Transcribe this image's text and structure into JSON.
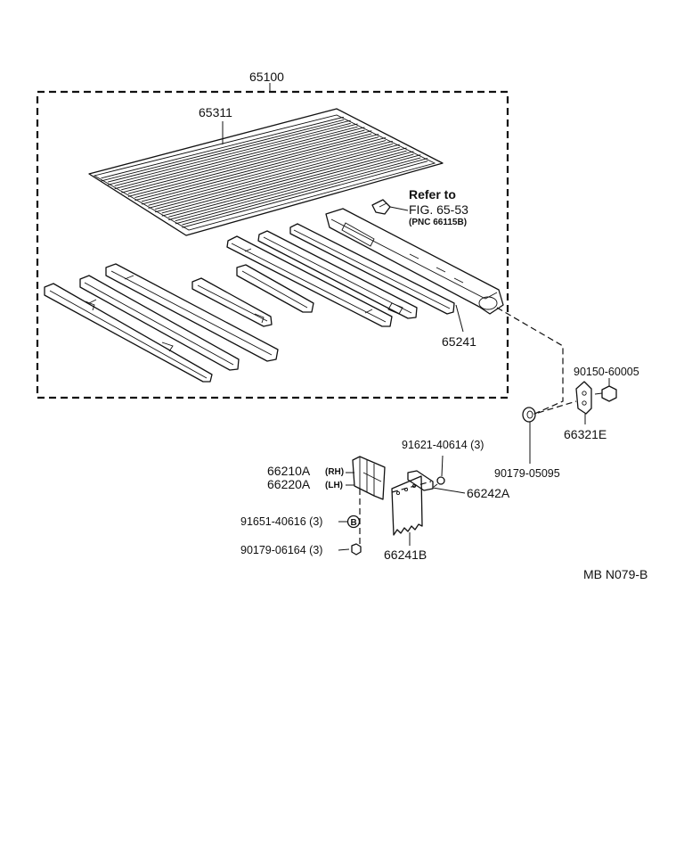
{
  "labels": {
    "assembly": "65100",
    "floor_panel": "65311",
    "refer_line1": "Refer to",
    "refer_line2": "FIG. 65-53",
    "refer_line3": "(PNC 66115B)",
    "crossmember": "65241",
    "bolt_90150": "90150-60005",
    "nut_90179_05095": "90179-05095",
    "bracket_66321E": "66321E",
    "bolt_91621": "91621-40614 (3)",
    "part_66210A": "66210A",
    "rh": "(RH)",
    "part_66220A": "66220A",
    "lh": "(LH)",
    "part_66242A": "66242A",
    "bolt_91651": "91651-40616 (3)",
    "bolt_marker": "B",
    "nut_90179_06164": "90179-06164 (3)",
    "mudguard_66241B": "66241B",
    "figure_code": "MB N079-B"
  }
}
